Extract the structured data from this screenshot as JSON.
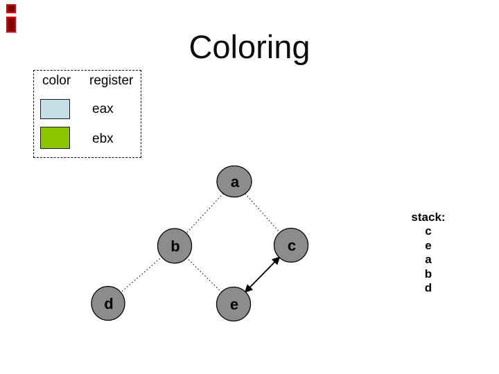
{
  "slide": {
    "title": "Coloring",
    "background_color": "#ffffff"
  },
  "decorations": {
    "top_left_marks": {
      "count": 2,
      "fill_color": "#7e0505",
      "border_color": "#e60000"
    }
  },
  "legend": {
    "col_headers": [
      "color",
      "register"
    ],
    "rows": [
      {
        "register": "eax",
        "swatch_color": "#c5dfe5"
      },
      {
        "register": "ebx",
        "swatch_color": "#8cc402"
      }
    ],
    "border_style": "dashed"
  },
  "graph": {
    "node_fill": "#8c8c8c",
    "node_border": "#000000",
    "nodes": [
      {
        "id": "a",
        "label": "a"
      },
      {
        "id": "b",
        "label": "b"
      },
      {
        "id": "c",
        "label": "c"
      },
      {
        "id": "d",
        "label": "d"
      },
      {
        "id": "e",
        "label": "e"
      }
    ],
    "edges": [
      {
        "from": "a",
        "to": "b",
        "style": "dotted"
      },
      {
        "from": "a",
        "to": "c",
        "style": "dotted"
      },
      {
        "from": "b",
        "to": "d",
        "style": "dotted"
      },
      {
        "from": "b",
        "to": "e",
        "style": "dotted"
      },
      {
        "from": "c",
        "to": "e",
        "style": "solid-double-arrow"
      }
    ]
  },
  "stack": {
    "label": "stack:",
    "items": [
      "c",
      "e",
      "a",
      "b",
      "d"
    ]
  }
}
